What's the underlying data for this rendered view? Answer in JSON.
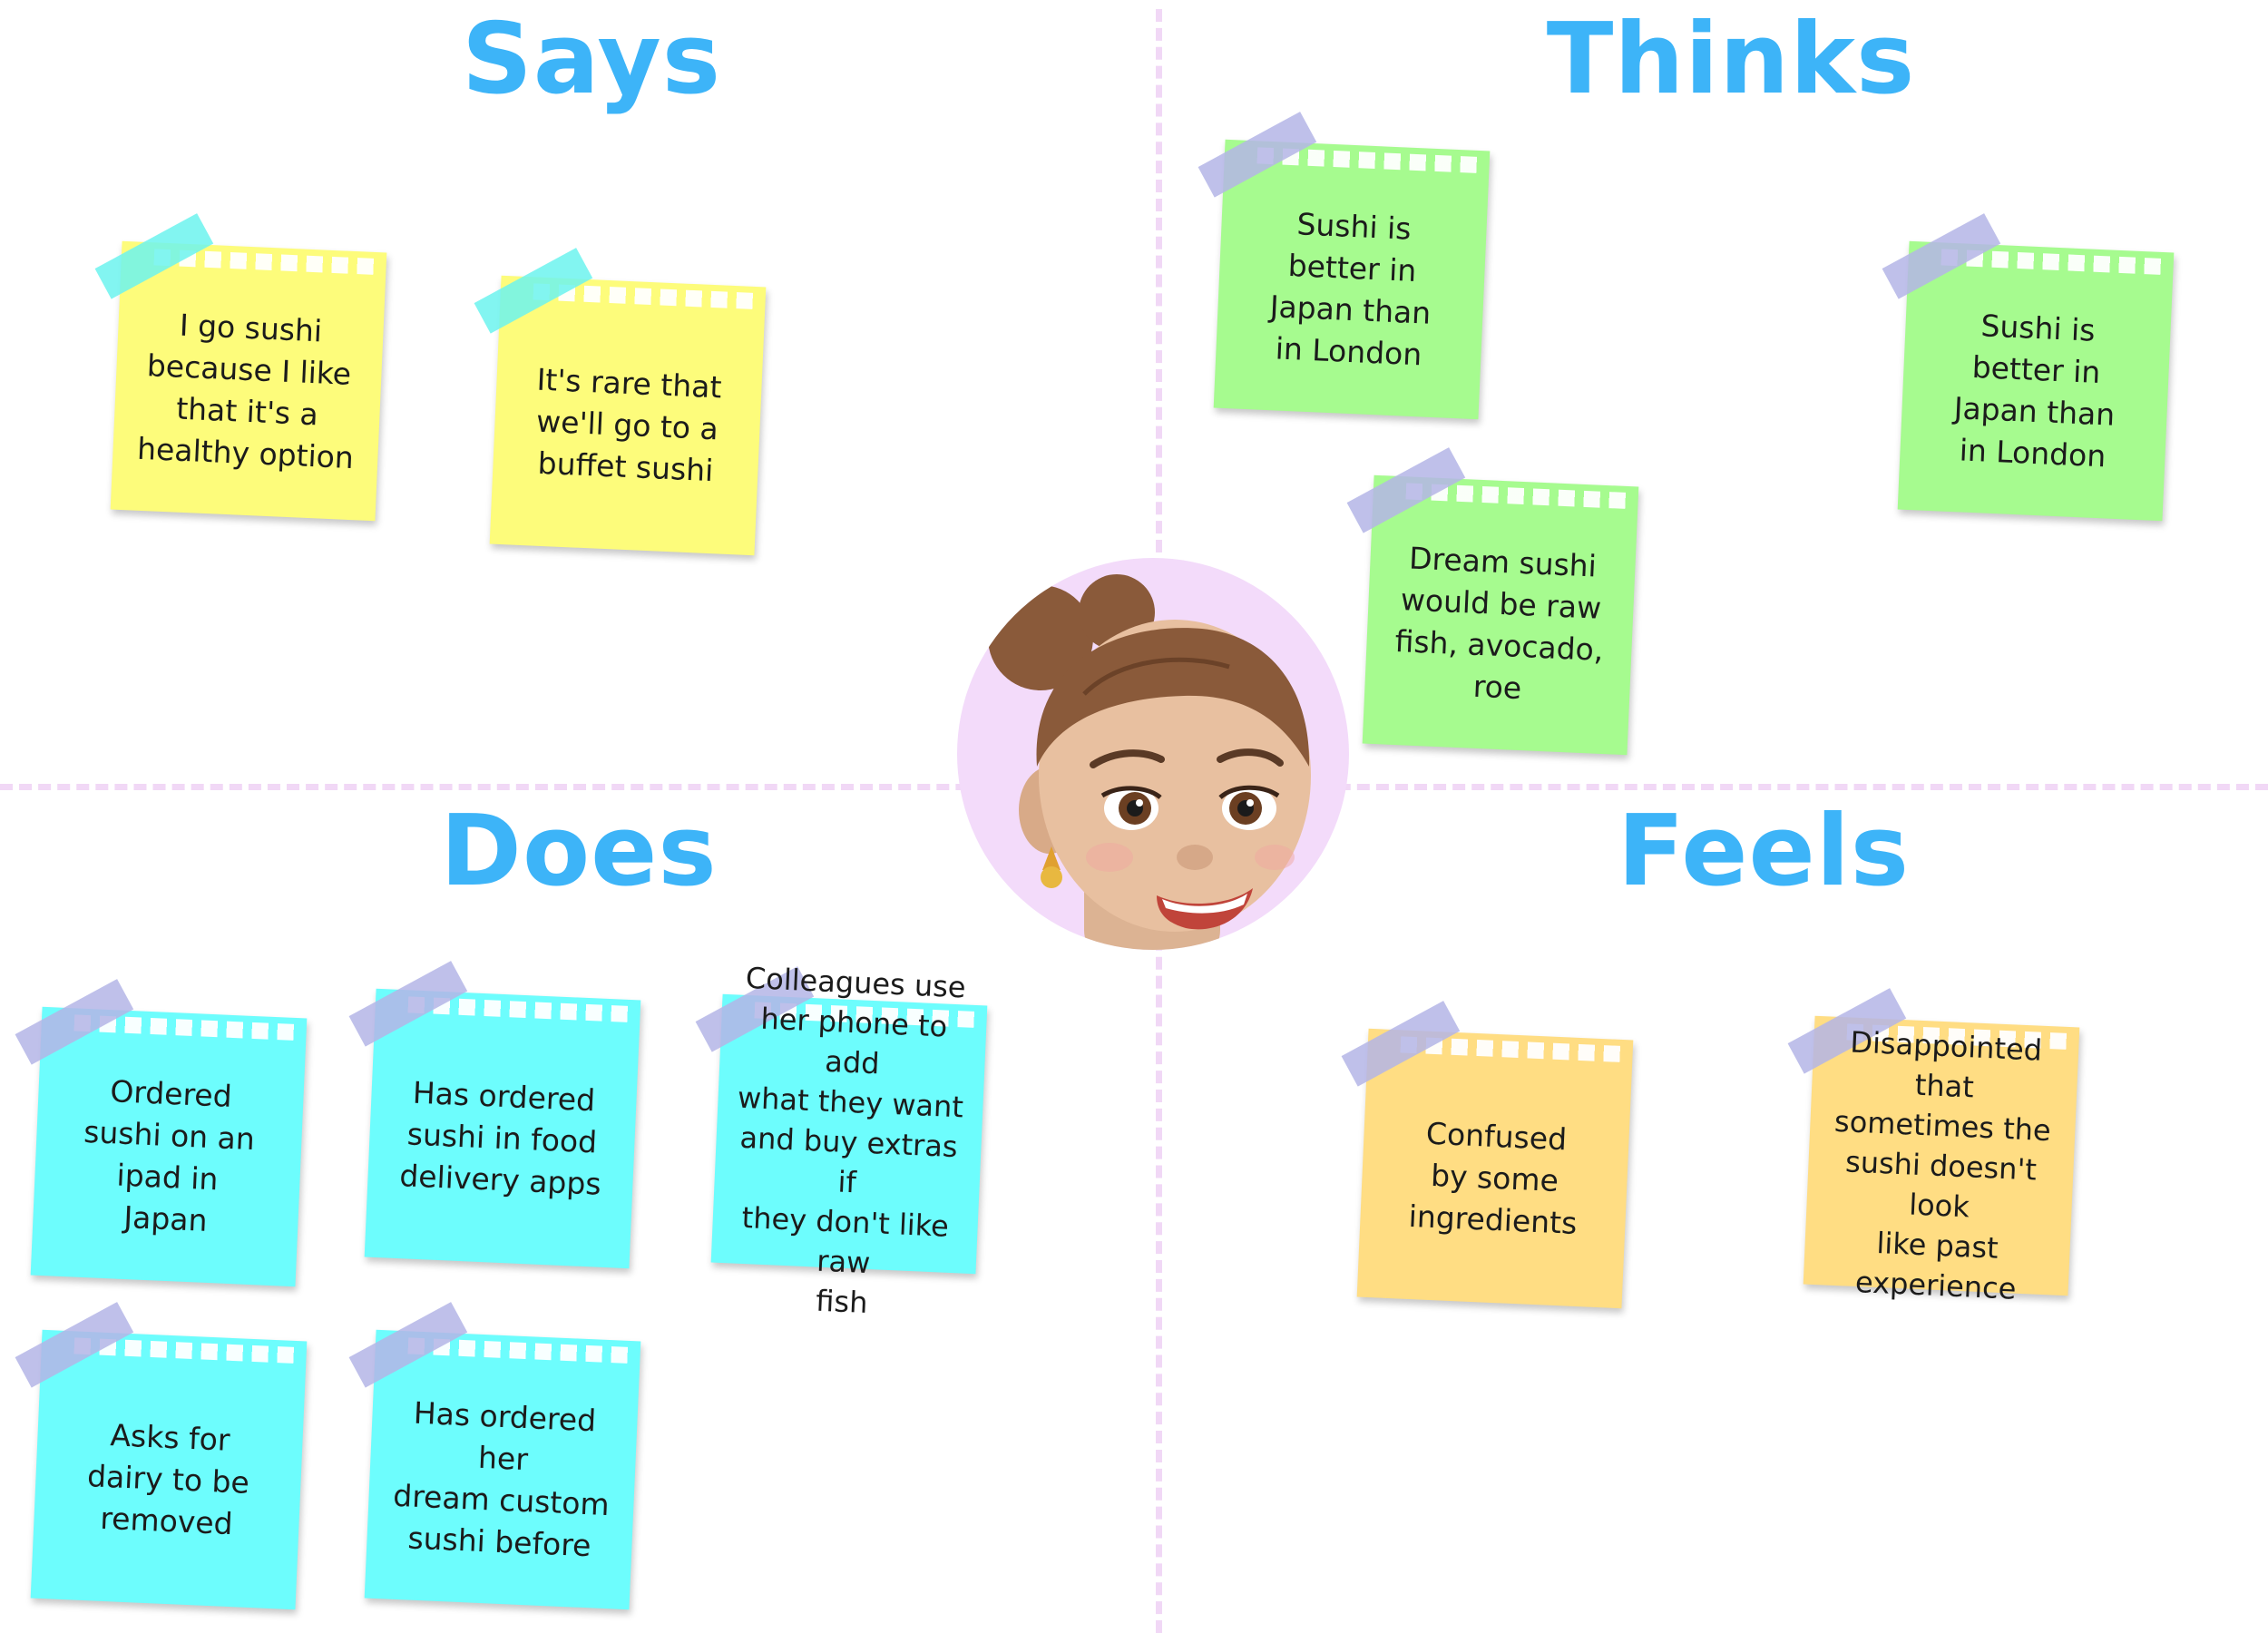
{
  "quadrants": {
    "says": {
      "title": "Says"
    },
    "thinks": {
      "title": "Thinks"
    },
    "does": {
      "title": "Does"
    },
    "feels": {
      "title": "Feels"
    }
  },
  "colors": {
    "title": "#3db4f8",
    "divider": "#f1d8f6",
    "avatar_bg": "#f3dbfa",
    "note_says": "#fdfc7b",
    "note_thinks": "#a6fb8f",
    "note_does": "#6dfdfd",
    "note_feels": "#ffdd83"
  },
  "avatar": {
    "icon": "memoji-woman-face-icon"
  },
  "notes": {
    "says": [
      "I go sushi\nbecause I like\nthat it's a\nhealthy option",
      "It's rare that\nwe'll go to a\nbuffet sushi"
    ],
    "thinks": [
      "Sushi is\nbetter in\nJapan than\nin London",
      "Sushi is\nbetter in\nJapan than\nin London",
      "Dream sushi\nwould be raw\nfish, avocado,\nroe"
    ],
    "does": [
      "Ordered\nsushi on an\nipad in\nJapan",
      "Has ordered\nsushi in food\ndelivery apps",
      "Colleagues use\nher phone to add\nwhat they want\nand buy extras if\nthey don't like raw\nfish",
      "Asks for\ndairy to be\nremoved",
      "Has ordered her\ndream custom\nsushi before"
    ],
    "feels": [
      "Confused\nby some\ningredients",
      "Disappointed that\nsometimes the\nsushi doesn't look\nlike past\nexperience"
    ]
  }
}
